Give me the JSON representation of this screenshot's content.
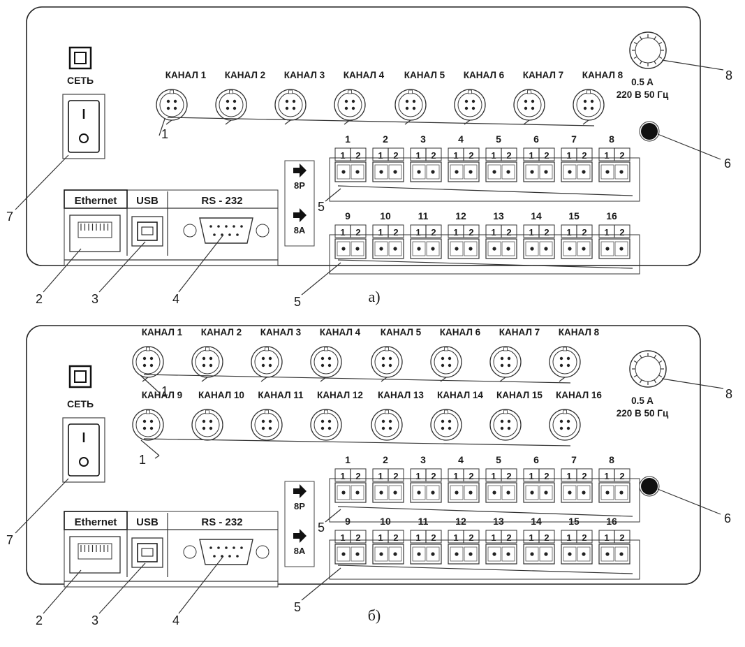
{
  "panels": [
    {
      "caption": "а)",
      "channels_row1": [
        "КАНАЛ 1",
        "КАНАЛ 2",
        "КАНАЛ 3",
        "КАНАЛ 4",
        "КАНАЛ 5",
        "КАНАЛ 6",
        "КАНАЛ 7",
        "КАНАЛ 8"
      ],
      "channels_row2": [],
      "power_label": "СЕТЬ",
      "fuse_current": "0.5 A",
      "fuse_supply": "220 В 50 Гц",
      "port_labels": [
        "Ethernet",
        "USB",
        "RS - 232"
      ],
      "relay_labels": [
        "8Р",
        "8А"
      ],
      "terminal_row1": [
        "1",
        "2",
        "3",
        "4",
        "5",
        "6",
        "7",
        "8"
      ],
      "terminal_row2": [
        "9",
        "10",
        "11",
        "12",
        "13",
        "14",
        "15",
        "16"
      ],
      "pin_labels": [
        "1",
        "2"
      ],
      "callouts": [
        "1",
        "2",
        "3",
        "4",
        "5",
        "5",
        "6",
        "7",
        "8"
      ]
    },
    {
      "caption": "б)",
      "channels_row1": [
        "КАНАЛ 1",
        "КАНАЛ 2",
        "КАНАЛ 3",
        "КАНАЛ 4",
        "КАНАЛ 5",
        "КАНАЛ 6",
        "КАНАЛ 7",
        "КАНАЛ 8"
      ],
      "channels_row2": [
        "КАНАЛ 9",
        "КАНАЛ 10",
        "КАНАЛ 11",
        "КАНАЛ 12",
        "КАНАЛ 13",
        "КАНАЛ 14",
        "КАНАЛ 15",
        "КАНАЛ 16"
      ],
      "power_label": "СЕТЬ",
      "fuse_current": "0.5 A",
      "fuse_supply": "220 В 50 Гц",
      "port_labels": [
        "Ethernet",
        "USB",
        "RS - 232"
      ],
      "relay_labels": [
        "8Р",
        "8А"
      ],
      "terminal_row1": [
        "1",
        "2",
        "3",
        "4",
        "5",
        "6",
        "7",
        "8"
      ],
      "terminal_row2": [
        "9",
        "10",
        "11",
        "12",
        "13",
        "14",
        "15",
        "16"
      ],
      "pin_labels": [
        "1",
        "2"
      ],
      "callouts": [
        "1",
        "1",
        "2",
        "3",
        "4",
        "5",
        "5",
        "6",
        "7",
        "8"
      ]
    }
  ]
}
